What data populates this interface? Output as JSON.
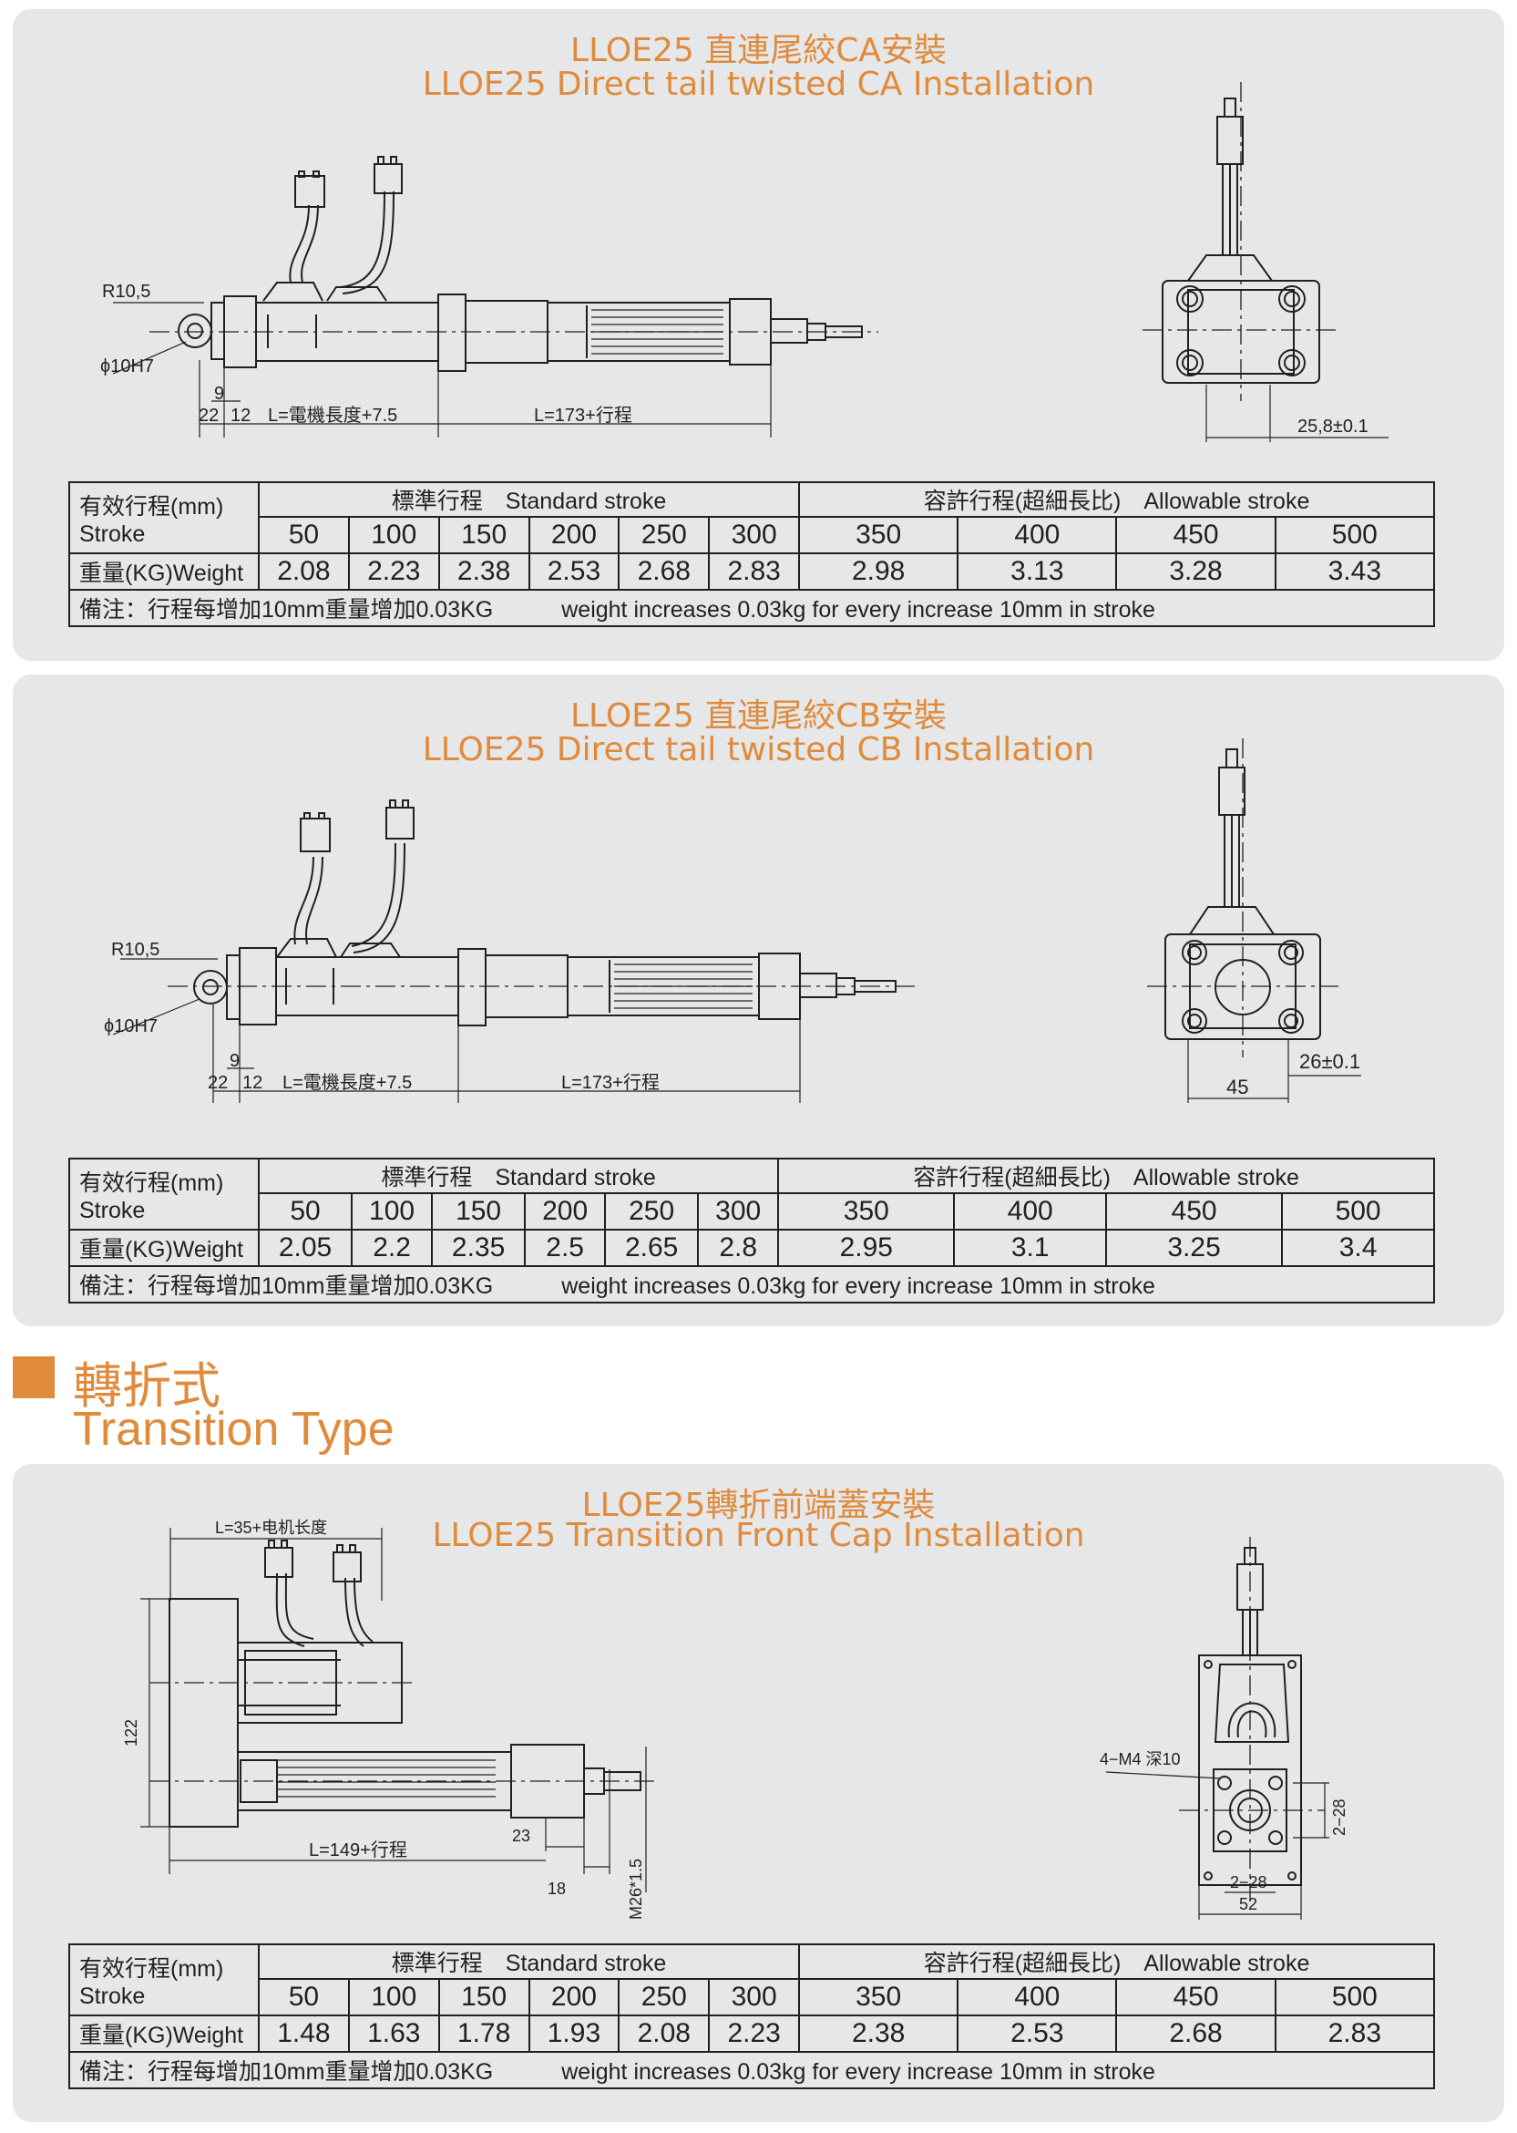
{
  "accent_color": "#e08a3c",
  "panels": [
    {
      "title_cn": "LLOE25 直連尾絞CA安裝",
      "title_en": "LLOE25 Direct tail twisted CA Installation",
      "dims": {
        "r": "R10,5",
        "d": "ϕ10H7",
        "a": "9",
        "b": "22",
        "c": "12",
        "motor": "L=電機長度+7.5",
        "stroke": "L=173+行程",
        "side": "25,8±0.1"
      },
      "table": {
        "label_stroke": "有效行程(mm)",
        "label_stroke_en": "Stroke",
        "std_header": "標準行程　Standard stroke",
        "allow_header": "容許行程(超細長比)　Allowable stroke",
        "strokes": [
          "50",
          "100",
          "150",
          "200",
          "250",
          "300",
          "350",
          "400",
          "450",
          "500"
        ],
        "label_weight": "重量(KG)Weight",
        "weights": [
          "2.08",
          "2.23",
          "2.38",
          "2.53",
          "2.68",
          "2.83",
          "2.98",
          "3.13",
          "3.28",
          "3.43"
        ],
        "note": "備注：行程每增加10mm重量增加0.03KG　　　weight increases 0.03kg for every increase 10mm in stroke"
      }
    },
    {
      "title_cn": "LLOE25 直連尾絞CB安裝",
      "title_en": "LLOE25 Direct tail twisted CB Installation",
      "dims": {
        "r": "R10,5",
        "d": "ϕ10H7",
        "a": "9",
        "b": "22",
        "c": "12",
        "motor": "L=電機長度+7.5",
        "stroke": "L=173+行程",
        "side": "26±0.1",
        "side2": "45"
      },
      "table": {
        "label_stroke": "有效行程(mm)",
        "label_stroke_en": "Stroke",
        "std_header": "標準行程　Standard stroke",
        "allow_header": "容許行程(超細長比)　Allowable stroke",
        "strokes": [
          "50",
          "100",
          "150",
          "200",
          "250",
          "300",
          "350",
          "400",
          "450",
          "500"
        ],
        "label_weight": "重量(KG)Weight",
        "weights": [
          "2.05",
          "2.2",
          "2.35",
          "2.5",
          "2.65",
          "2.8",
          "2.95",
          "3.1",
          "3.25",
          "3.4"
        ],
        "note": "備注：行程每增加10mm重量增加0.03KG　　　weight increases 0.03kg for every increase 10mm in stroke"
      }
    },
    {
      "title_cn": "LLOE25轉折前端蓋安裝",
      "title_en": "LLOE25 Transition Front Cap Installation",
      "dims": {
        "top": "L=35+电机长度",
        "h": "122",
        "a": "23",
        "stroke": "L=149+行程",
        "b": "18",
        "m": "M26*1.5",
        "holes": "4−M4 深10",
        "s1": "2−28",
        "s2": "2−28",
        "w": "52"
      },
      "table": {
        "label_stroke": "有效行程(mm)",
        "label_stroke_en": "Stroke",
        "std_header": "標準行程　Standard stroke",
        "allow_header": "容許行程(超細長比)　Allowable stroke",
        "strokes": [
          "50",
          "100",
          "150",
          "200",
          "250",
          "300",
          "350",
          "400",
          "450",
          "500"
        ],
        "label_weight": "重量(KG)Weight",
        "weights": [
          "1.48",
          "1.63",
          "1.78",
          "1.93",
          "2.08",
          "2.23",
          "2.38",
          "2.53",
          "2.68",
          "2.83"
        ],
        "note": "備注：行程每增加10mm重量增加0.03KG　　　weight increases 0.03kg for every increase 10mm in stroke"
      }
    }
  ],
  "section": {
    "title_cn": "轉折式",
    "title_en": "Transition Type"
  }
}
